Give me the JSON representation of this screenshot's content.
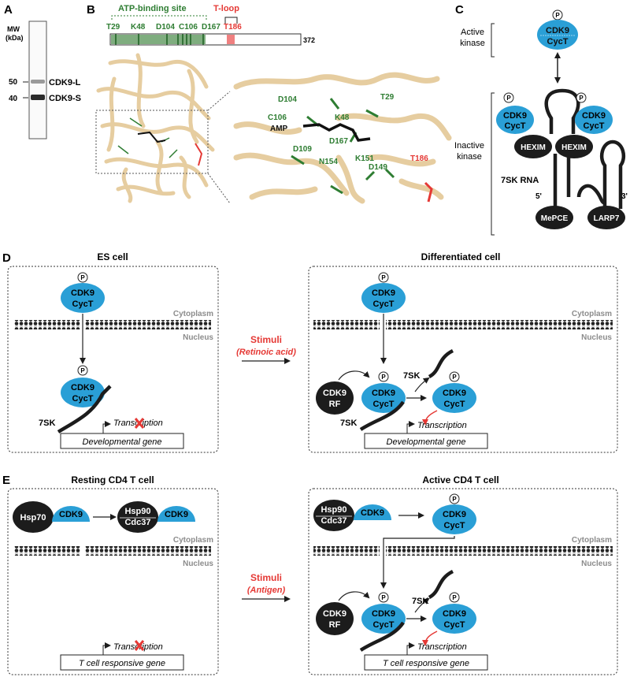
{
  "panels": {
    "a": "A",
    "b": "B",
    "c": "C",
    "d": "D",
    "e": "E"
  },
  "colors": {
    "cdk9": "#2a9fd6",
    "dark": "#1c1c1c",
    "green": "#2e7d32",
    "red": "#e53935",
    "protein": "#e6cda0",
    "grey": "#8c8c8c"
  },
  "a": {
    "mw_label_line1": "MW",
    "mw_label_line2": "(kDa)",
    "marker_50": "50",
    "marker_40": "40",
    "band_upper": "CDK9-L",
    "band_lower": "CDK9-S"
  },
  "b": {
    "atp_site_label": "ATP-binding site",
    "tloop_label": "T-loop",
    "residues": [
      "T29",
      "K48",
      "D104",
      "C106",
      "D167"
    ],
    "tloop_residue": "T186",
    "length": "372",
    "structure_labels": {
      "d104": "D104",
      "c106": "C106",
      "amp": "AMP",
      "k48": "K48",
      "t29": "T29",
      "d167": "D167",
      "d109": "D109",
      "n154": "N154",
      "k151": "K151",
      "d149": "D149",
      "t186": "T186"
    }
  },
  "c": {
    "active_label_1": "Active",
    "active_label_2": "kinase",
    "inactive_label_1": "Inactive",
    "inactive_label_2": "kinase",
    "phospho": "P",
    "cdk9": "CDK9",
    "cyct": "CycT",
    "hexim": "HEXIM",
    "rna": "7SK RNA",
    "five_prime": "5'",
    "three_prime": "3'",
    "mepce": "MePCE",
    "larp7": "LARP7"
  },
  "d": {
    "es_title": "ES cell",
    "diff_title": "Differentiated cell",
    "cytoplasm": "Cytoplasm",
    "nucleus": "Nucleus",
    "stimuli": "Stimuli",
    "stimuli_sub": "(Retinoic acid)",
    "sk7": "7SK",
    "transcription": "Transcription",
    "gene": "Developmental gene",
    "rf_line1": "CDK9",
    "rf_line2": "RF"
  },
  "e": {
    "resting_title": "Resting CD4 T cell",
    "active_title": "Active CD4 T cell",
    "hsp70": "Hsp70",
    "hsp90": "Hsp90",
    "cdc37": "Cdc37",
    "cytoplasm": "Cytoplasm",
    "nucleus": "Nucleus",
    "stimuli": "Stimuli",
    "stimuli_sub": "(Antigen)",
    "sk7": "7SK",
    "transcription": "Transcription",
    "gene": "T cell responsive gene",
    "rf_line1": "CDK9",
    "rf_line2": "RF"
  }
}
